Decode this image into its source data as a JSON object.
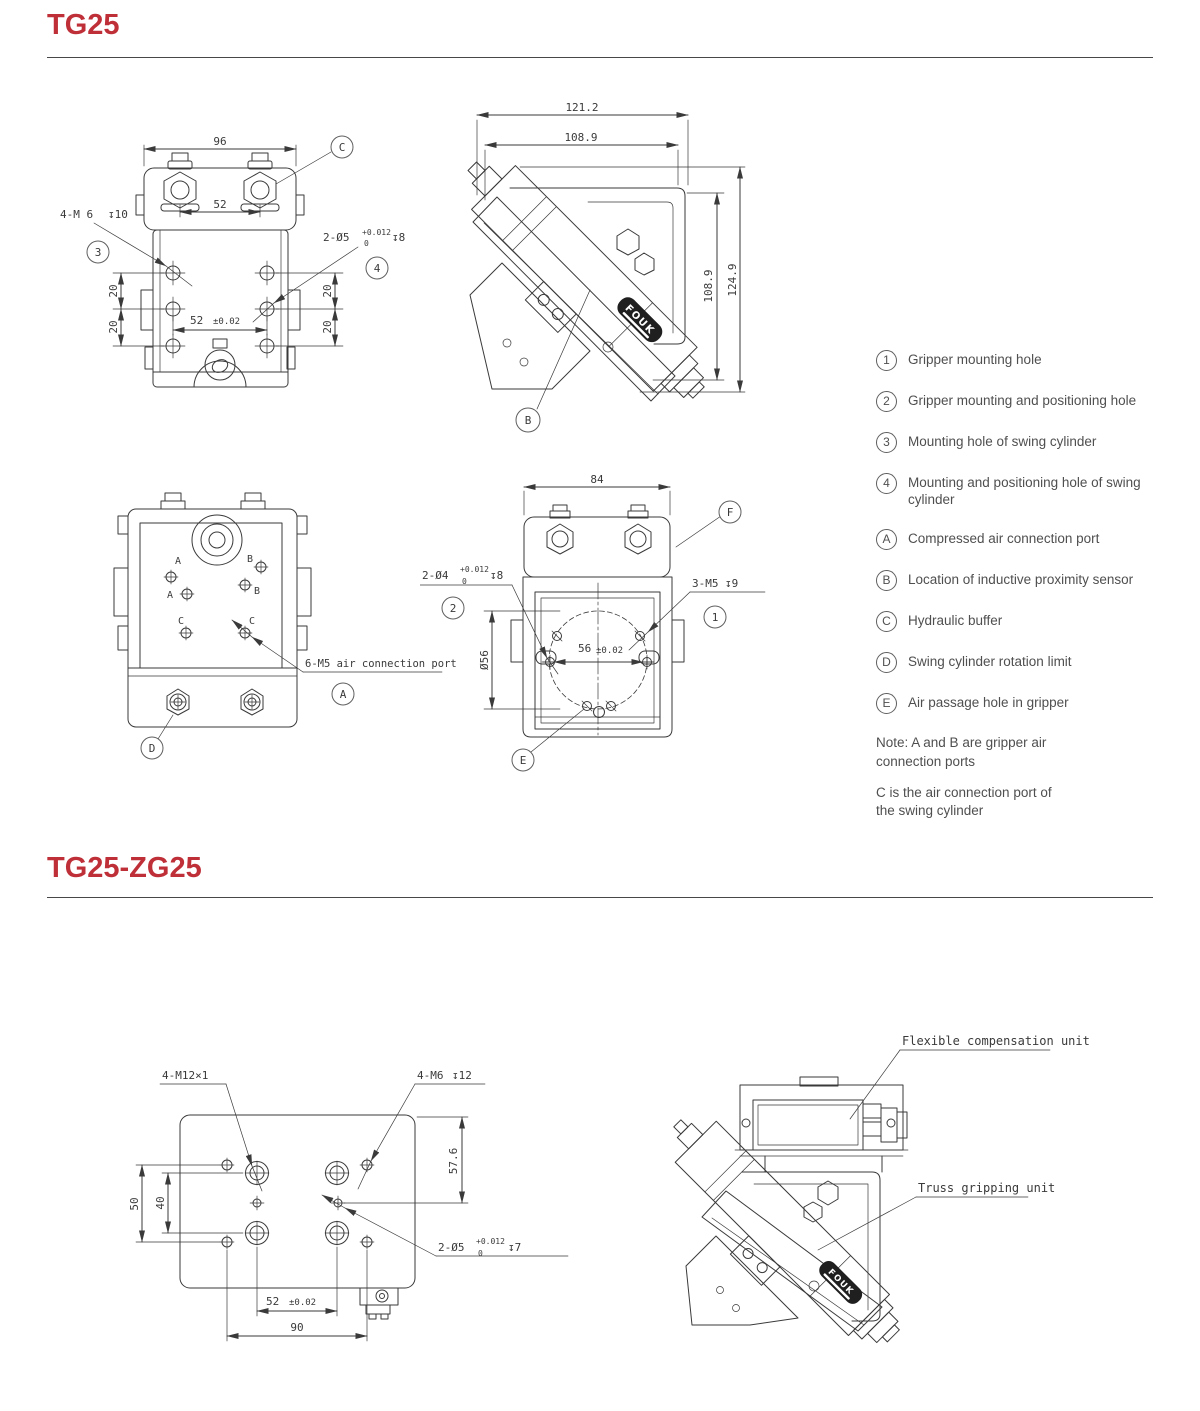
{
  "titles": {
    "section1": "TG25",
    "section2": "TG25-ZG25"
  },
  "colors": {
    "accent": "#bf2f38",
    "line": "#3a3a3a",
    "text": "#4f4f4f"
  },
  "front": {
    "dim_96": "96",
    "dim_52": "52",
    "dim_20": "20",
    "dim_52b": "52",
    "dim_52b_tol": "±0.02",
    "thread": "4-M 6",
    "thread_depth": "↧10",
    "hole": "2-Ø5",
    "hole_tol_up": "+0.012",
    "hole_tol_dn": "0",
    "hole_depth": "↧8",
    "balloon_c": "C",
    "balloon_3": "3",
    "balloon_4": "4"
  },
  "side": {
    "dim_121_2": "121.2",
    "dim_108_9a": "108.9",
    "dim_108_9b": "108.9",
    "dim_124_9": "124.9",
    "balloon_b": "B",
    "brand": "FOUK"
  },
  "back": {
    "port_a": "A",
    "port_b": "B",
    "port_c": "C",
    "air_label": "6-M5 air connection port",
    "balloon_a": "A",
    "balloon_d": "D"
  },
  "bottom": {
    "dim_84": "84",
    "dim_dia56": "Ø56",
    "dim_56": "56",
    "dim_56_tol": "±0.02",
    "hole": "2-Ø4",
    "hole_tol_up": "+0.012",
    "hole_tol_dn": "0",
    "hole_depth": "↧8",
    "thread": "3-M5",
    "thread_depth": "↧9",
    "balloon_f": "F",
    "balloon_1": "1",
    "balloon_2": "2",
    "balloon_e": "E"
  },
  "legend": {
    "items": [
      {
        "id": "1",
        "text": "Gripper mounting hole"
      },
      {
        "id": "2",
        "text": "Gripper mounting and positioning hole"
      },
      {
        "id": "3",
        "text": "Mounting hole of swing cylinder"
      },
      {
        "id": "4",
        "text": "Mounting and positioning hole of swing cylinder"
      },
      {
        "id": "A",
        "text": "Compressed air connection port"
      },
      {
        "id": "B",
        "text": "Location of inductive proximity sensor"
      },
      {
        "id": "C",
        "text": "Hydraulic buffer"
      },
      {
        "id": "D",
        "text": "Swing cylinder rotation limit"
      },
      {
        "id": "E",
        "text": "Air passage hole in gripper"
      }
    ],
    "notes": [
      "Note: A and B are gripper air\nconnection ports",
      "C is the air connection port of\nthe swing cylinder"
    ]
  },
  "plate": {
    "thread_m12": "4-M12×1",
    "thread_m6": "4-M6",
    "thread_m6_depth": "↧12",
    "dim_57_6": "57.6",
    "dim_50": "50",
    "dim_40": "40",
    "hole": "2-Ø5",
    "hole_tol_up": "+0.012",
    "hole_tol_dn": "0",
    "hole_depth": "↧7",
    "dim_52": "52",
    "dim_52_tol": "±0.02",
    "dim_90": "90"
  },
  "assembly": {
    "label_compensation": "Flexible compensation unit",
    "label_truss": "Truss gripping unit",
    "brand": "FOUK"
  }
}
